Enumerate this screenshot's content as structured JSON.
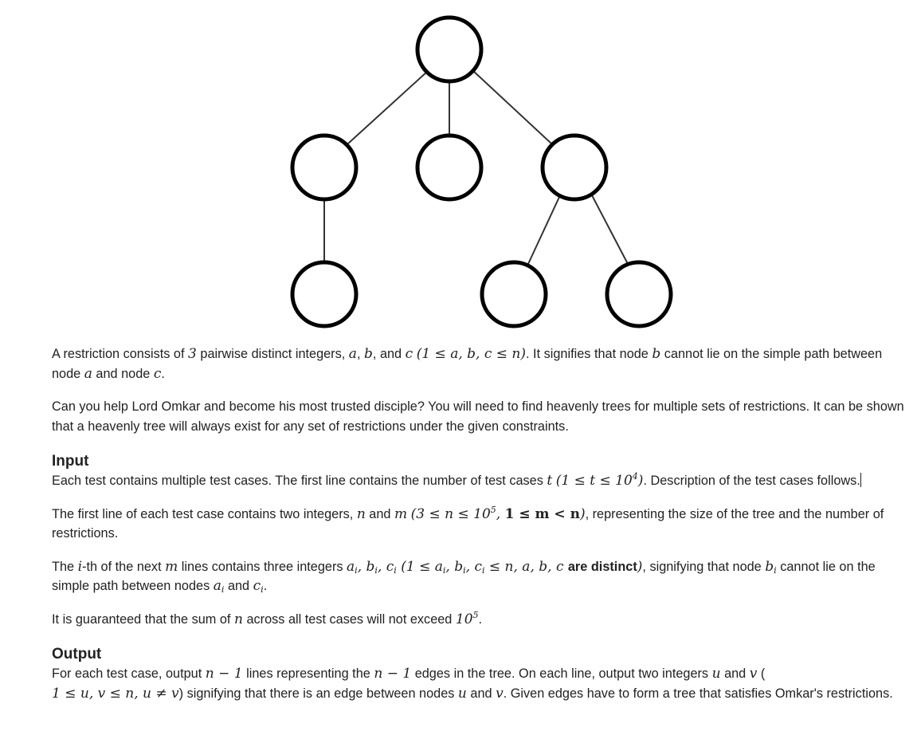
{
  "restriction_paragraph": {
    "t1": "A restriction consists of ",
    "m_three": "3",
    "t2": " pairwise distinct integers, ",
    "m_a": "a",
    "t3": ", ",
    "m_b": "b",
    "t4": ", and ",
    "m_c": "c",
    "m_range": "(1 ≤ a, b, c ≤ n)",
    "t5": ". It signifies that node ",
    "m_b2": "b",
    "t6": " cannot lie on the simple path between node ",
    "m_a2": "a",
    "t7": " and node ",
    "m_c2": "c",
    "t8": "."
  },
  "help_paragraph": "Can you help Lord Omkar and become his most trusted disciple? You will need to find heavenly trees for multiple sets of restrictions. It can be shown that a heavenly tree will always exist for any set of restrictions under the given constraints.",
  "input_section": {
    "title": "Input",
    "p1": {
      "t1": "Each test contains multiple test cases. The first line contains the number of test cases ",
      "m_t": "t",
      "m_range_pre": "(1 ≤ t ≤ 10",
      "m_range_exp": "4",
      "m_range_post": ")",
      "t2": ". Description of the test cases follows."
    },
    "p2": {
      "t1": "The first line of each test case contains two integers, ",
      "m_n": "n",
      "t2": " and ",
      "m_m": "m",
      "m_range_pre": "(3 ≤ n ≤ 10",
      "m_range_exp": "5",
      "m_sep": ", ",
      "m_bold": "1 ≤ m < n",
      "m_close": ")",
      "t3": ", representing the size of the tree and the number of restrictions."
    },
    "p3": {
      "t1": "The ",
      "m_i": "i",
      "t2": "-th of the next ",
      "m_m": "m",
      "t3": " lines contains three integers ",
      "m_ai": "a",
      "m_bi": "b",
      "m_ci": "c",
      "sub_i": "i",
      "m_range_open": "(1 ≤ ",
      "m_range_mid": " ≤ n, a, b, c ",
      "m_distinct": "are distinct",
      "m_close": ")",
      "t4": ", signifying that node ",
      "t5": " cannot lie on the simple path between nodes ",
      "t6": " and ",
      "t7": "."
    },
    "p4": {
      "t1": "It is guaranteed that the sum of ",
      "m_n": "n",
      "t2": " across all test cases will not exceed ",
      "m_base": "10",
      "m_exp": "5",
      "t3": "."
    }
  },
  "output_section": {
    "title": "Output",
    "p1": {
      "t1": "For each test case, output ",
      "m_n1": "n − 1",
      "t2": " lines representing the ",
      "t3": " edges in the tree. On each line, output two integers ",
      "m_u": "u",
      "t4": " and ",
      "m_v": "v",
      "t5": " (",
      "m_range": "1 ≤ u, v ≤ n, u ≠ v",
      "t6": ") signifying that there is an edge between nodes ",
      "t7": ". Given edges have to form a tree that satisfies Omkar's restrictions."
    }
  }
}
